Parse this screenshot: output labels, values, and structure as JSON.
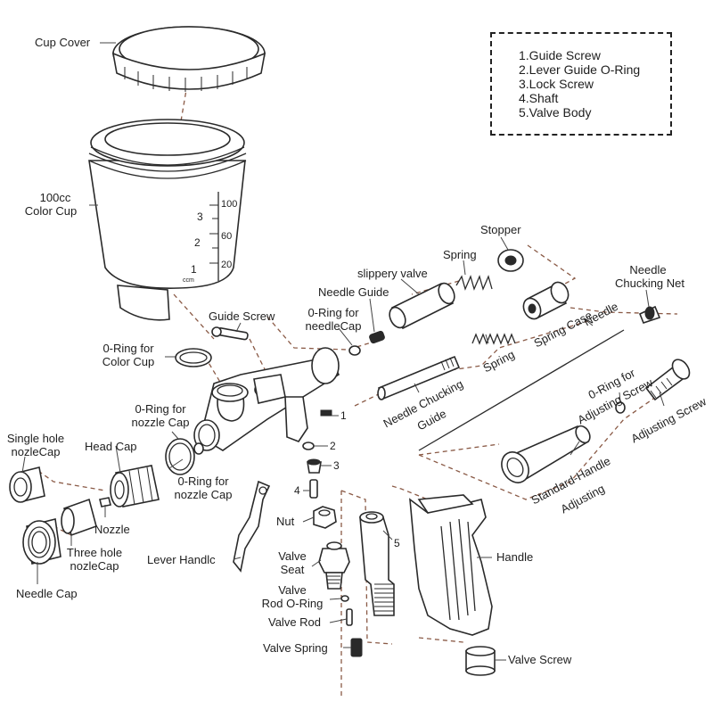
{
  "legend": {
    "items": [
      "1.Guide Screw",
      "2.Lever Guide O-Ring",
      "3.Lock Screw",
      "4.Shaft",
      "5.Valve Body"
    ]
  },
  "labels": {
    "cup_cover": "Cup Cover",
    "color_cup_l1": "100cc",
    "color_cup_l2": "Color Cup",
    "guide_screw": "Guide Screw",
    "oring_cup_l1": "0-Ring for",
    "oring_cup_l2": "Color Cup",
    "oring_nozzle_cap_l1": "0-Ring for",
    "oring_nozzle_cap_l2": "nozzle Cap",
    "oring_nozzle_cap2_l1": "0-Ring for",
    "oring_nozzle_cap2_l2": "nozzle Cap",
    "single_hole_l1": "Single hole",
    "single_hole_l2": "nozleCap",
    "head_cap": "Head Cap",
    "nozzle": "Nozzle",
    "three_hole_l1": "Three hole",
    "three_hole_l2": "nozleCap",
    "needle_cap": "Needle Cap",
    "lever_handle": "Lever Handlc",
    "nut": "Nut",
    "valve_seat_l1": "Valve",
    "valve_seat_l2": "Seat",
    "valve_rod_oring_l1": "Valve",
    "valve_rod_oring_l2": "Rod O-Ring",
    "valve_rod": "Valve Rod",
    "valve_spring": "Valve Spring",
    "valve_screw": "Valve Screw",
    "handle": "Handle",
    "stopper": "Stopper",
    "spring_top": "Spring",
    "slippery_valve": "slippery valve",
    "needle_guide": "Needle Guide",
    "oring_needle_cap_l1": "0-Ring for",
    "oring_needle_cap_l2": "needleCap",
    "needle_chucking_net_l1": "Needle",
    "needle_chucking_net_l2": "Chucking Net",
    "spring_case": "Spring Case",
    "needle": "Needle",
    "spring_mid": "Spring",
    "needle_chucking_guide_l1": "Needle Chucking",
    "needle_chucking_guide_l2": "Guide",
    "oring_adjusting_l1": "0-Ring for",
    "oring_adjusting_l2": "Adjusting Screw",
    "adjusting_screw": "Adjusting Screw",
    "std_handle_l1": "Standard-Handle",
    "std_handle_l2": "Adjusting",
    "num1": "1",
    "num2": "2",
    "num3": "3",
    "num4": "4",
    "num5": "5"
  },
  "cup_scale": {
    "left": [
      "3",
      "2",
      "1"
    ],
    "right": [
      "100",
      "60",
      "20"
    ],
    "unit": "ccm"
  }
}
